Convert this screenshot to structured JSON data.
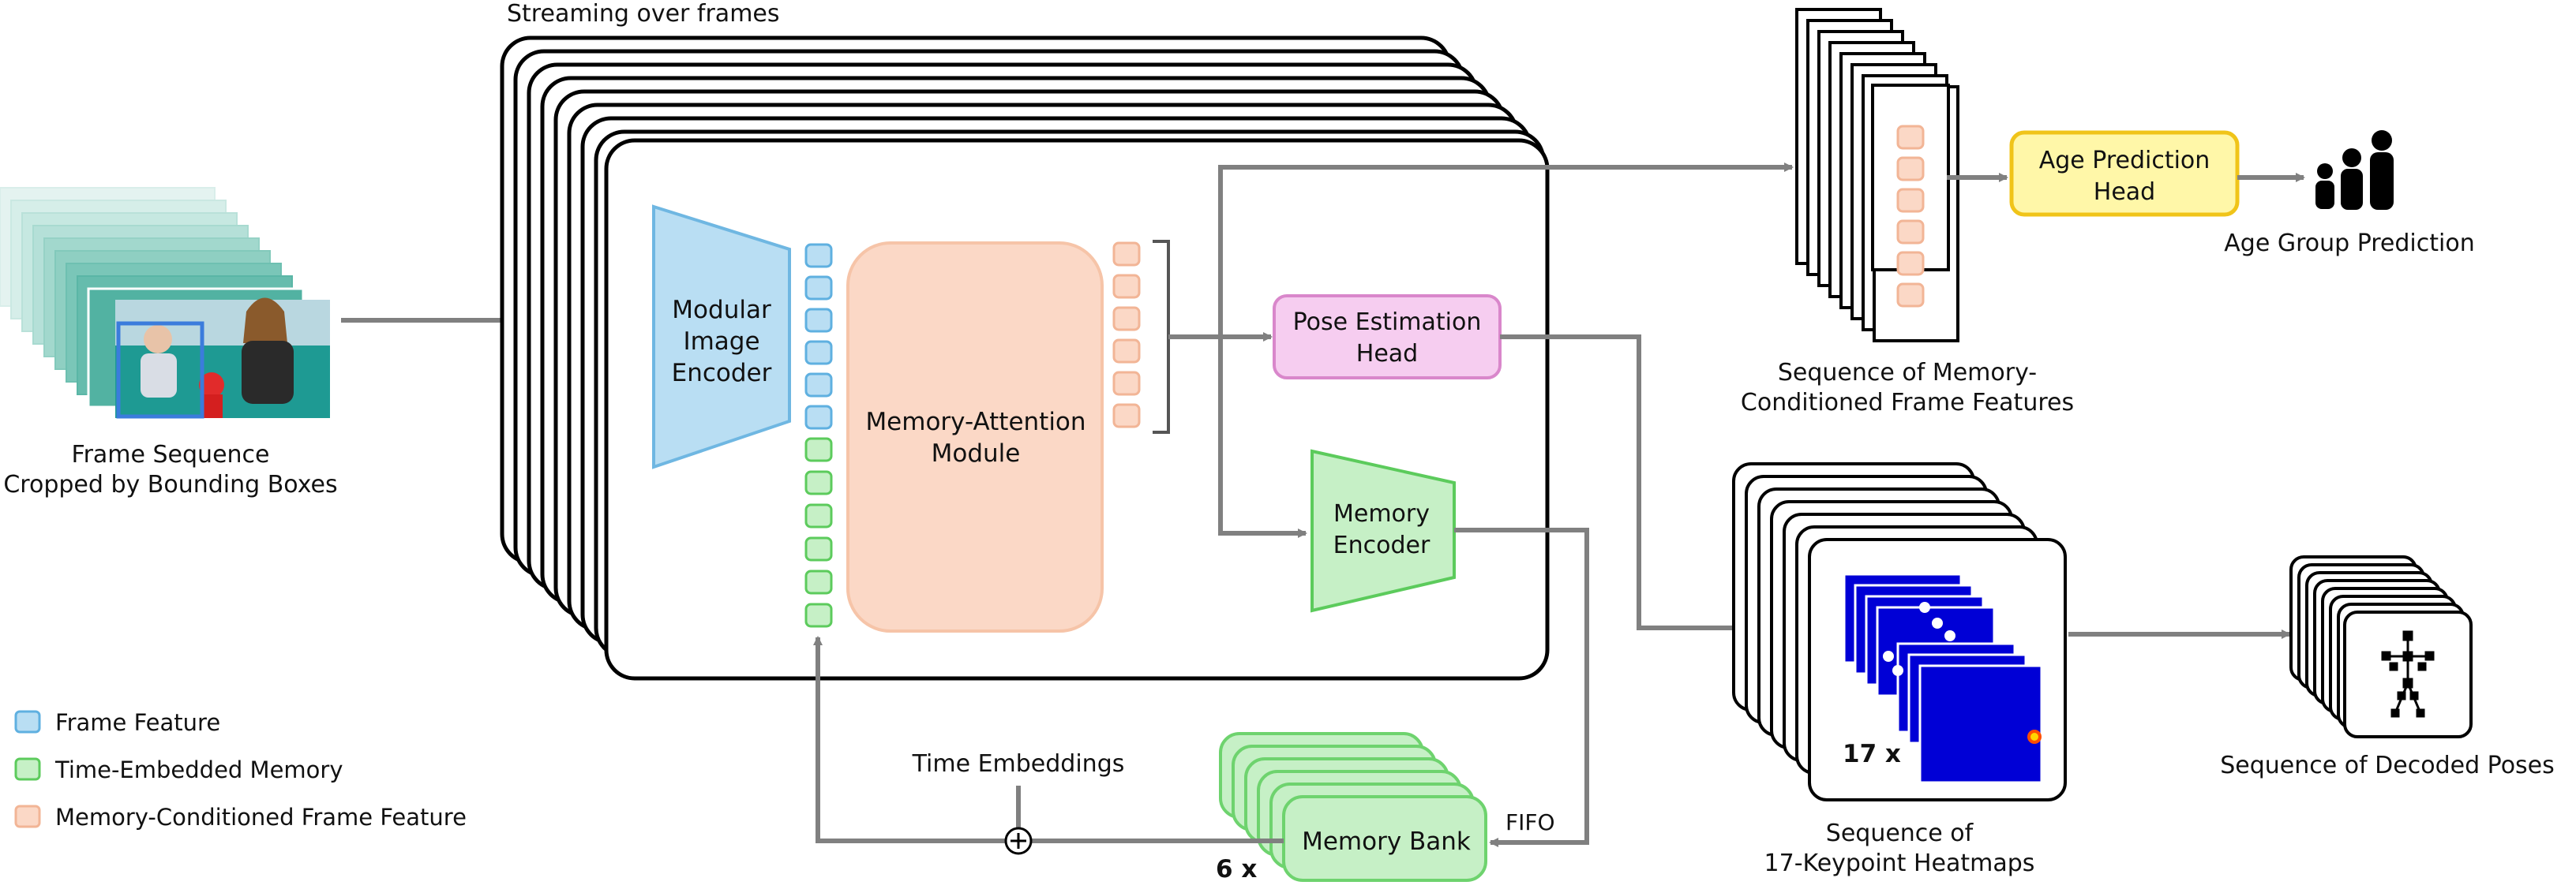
{
  "labels": {
    "streaming": "Streaming over frames",
    "frame_seq_1": "Frame Sequence",
    "frame_seq_2": "Cropped by Bounding Boxes",
    "image_encoder_1": "Modular",
    "image_encoder_2": "Image",
    "image_encoder_3": "Encoder",
    "memory_attention_1": "Memory-Attention",
    "memory_attention_2": "Module",
    "pose_head_1": "Pose Estimation",
    "pose_head_2": "Head",
    "memory_encoder_1": "Memory",
    "memory_encoder_2": "Encoder",
    "age_head_1": "Age Prediction",
    "age_head_2": "Head",
    "age_group": "Age Group Prediction",
    "mem_features_1": "Sequence of Memory-",
    "mem_features_2": "Conditioned Frame Features",
    "heatmaps_1": "Sequence of",
    "heatmaps_2": "17-Keypoint Heatmaps",
    "heatmaps_count": "17 x",
    "decoded_poses": "Sequence of Decoded Poses",
    "time_embeddings": "Time Embeddings",
    "memory_bank": "Memory Bank",
    "memory_bank_count": "6 x",
    "fifo": "FIFO"
  },
  "legend": [
    {
      "label": "Frame Feature",
      "color": "#b9def3",
      "stroke": "#5fb0e0"
    },
    {
      "label": "Time-Embedded Memory",
      "color": "#c6f0c6",
      "stroke": "#5ccb5c"
    },
    {
      "label": "Memory-Conditioned Frame Feature",
      "color": "#fbd8c6",
      "stroke": "#f2b596"
    }
  ],
  "colors": {
    "frame_feature": "#b9def3",
    "memory": "#c6f0c6",
    "conditioned": "#fbd8c6",
    "pose_head": "#f6cdf0",
    "age_head": "#fff7a8",
    "heatmap": "#0000d6",
    "arrow": "#808080"
  },
  "icons": [
    "people-icon",
    "skeleton-icon",
    "plus-circle-icon"
  ]
}
